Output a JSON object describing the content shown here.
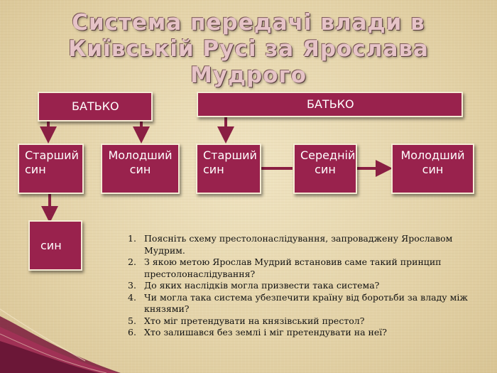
{
  "slide": {
    "title": "Система передачі влади в Київській Русі за Ярослава Мудрого"
  },
  "left_scheme": {
    "father": "БАТЬКО",
    "elder_son": "Старший син",
    "younger_son": "Молодший син",
    "grandson": "син"
  },
  "right_scheme": {
    "father": "БАТЬКО",
    "elder_son": "Старший син",
    "middle_son": "Середній син",
    "younger_son": "Молодший син"
  },
  "questions": [
    {
      "num": "1.",
      "text": "Поясніть схему престолонаслідування, запроваджену Ярославом Мудрим."
    },
    {
      "num": "2.",
      "text": "З якою метою Ярослав Мудрий встановив саме такий принцип престолонаслідування?"
    },
    {
      "num": "3.",
      "text": "До яких наслідків могла призвести така система?"
    },
    {
      "num": "4.",
      "text": "Чи могла така система убезпечити країну від боротьби за владу між князями?"
    },
    {
      "num": "5.",
      "text": "Хто міг претендувати на князівський престол?"
    },
    {
      "num": "6.",
      "text": "Хто залишався без землі і міг претендувати на неї?"
    }
  ],
  "colors": {
    "box_fill": "#99224d",
    "arrow": "#8a1f43",
    "title_text": "#e6c3c7",
    "background": "#e7d8b0"
  }
}
